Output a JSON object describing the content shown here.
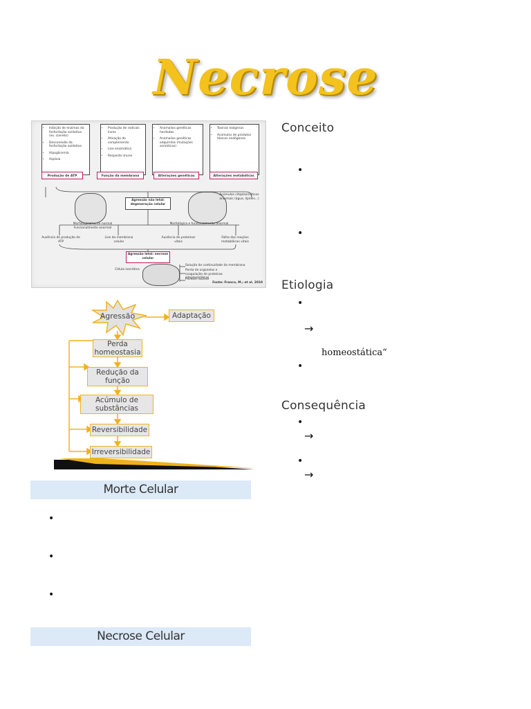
{
  "title": "Necrose",
  "sections": {
    "conceito": "Conceito",
    "etiologia": "Etiologia",
    "consequencia": "Consequência",
    "morte_celular": "Morte Celular",
    "necrose_celular": "Necrose Celular"
  },
  "etiologia_text": "homeostática“",
  "symbols": {
    "bullet": "•",
    "arrow": "→"
  },
  "figure1": {
    "col1": [
      "Inibição de enzimas da fosforilação oxidativa (ex. cianeto)",
      "Desconexão da fosforilação oxidativa",
      "Hipoglicemia",
      "Hipóxia"
    ],
    "col2": [
      "Produção de radicais livres",
      "Ativação do complemento",
      "Lise enzimática",
      "Resposta imune"
    ],
    "col3": [
      "Anomalias genéticas herdadas",
      "Anomalias genéticas adquiridas (mutações somáticas)"
    ],
    "col4": [
      "Toxinas exógenas",
      "Acúmulos de produtos tóxicos endógenos"
    ],
    "boxes": [
      "Produção de ATP",
      "Função da membrana",
      "Alterações genéticas",
      "Alterações metabólicas"
    ],
    "center_box": "Agressão não letal: degeneração celular",
    "left_cell_label": "Morfologicamente normal Funcionalmente anormal",
    "right_cell_label": "Morfológica e funcionalmente anormal",
    "accum_label": "Acúmulos citoplasmáticos anormais (água, lípides...)",
    "outcomes": [
      "Ausência de produção de ATP",
      "Lise da membrana celular",
      "Ausência de proteínas vitais",
      "Falha das reações metabólicas vitais"
    ],
    "lethal_box": "Agressão letal: necrose celular",
    "necrotic_cell": "Célula necrótica",
    "necrosis_features": [
      "Solução de continuidade da membrana",
      "Perda de organelas e coagulação de proteínas citoplasmáticas",
      "Picnose nuclear"
    ],
    "source": "Fonte: Franco, M.; et al. 2010"
  },
  "figure2": {
    "start": "Agressão",
    "adaptation": "Adaptação",
    "steps": [
      "Perda homeostasia",
      "Redução da função",
      "Acúmulo de substâncias",
      "Reversibilidade",
      "Irreversibilidade"
    ]
  }
}
